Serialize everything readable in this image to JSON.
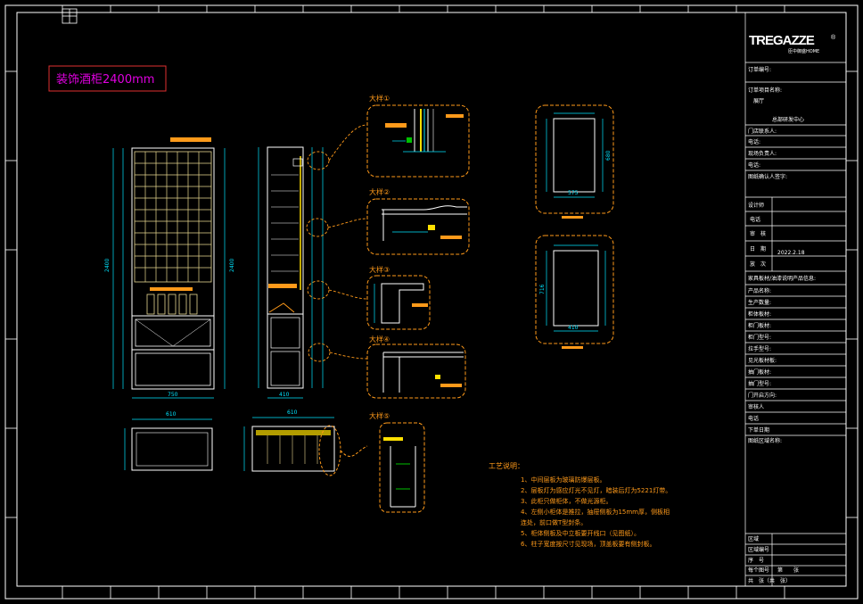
{
  "title_tag": "装饰酒柜2400mm",
  "brand": {
    "logo_text": "TREGAZZE",
    "sub": "臣中御盛HOME"
  },
  "title_block": {
    "order_no_label": "订单编号:",
    "project_label": "订单项目名称:",
    "project_value": "展厅",
    "dept_value": "总部研发中心",
    "contact_label": "门店联系人:",
    "phone_label": "电话:",
    "site_label": "现场负责人:",
    "phone_label2": "电话:",
    "confirm_label": "图纸确认人签字:",
    "designer_label": "设计师",
    "phone_label3": "电话",
    "audit_label": "审　核",
    "date_label": "日　期",
    "date_value": "2022.2.18",
    "scale_label": "放　次",
    "product_info_label": "家具板材/油漆说明产品信息:",
    "product_name_label": "产品名称:",
    "qty_label": "生产数量:",
    "body_board_label": "柜体板材:",
    "door_board_label": "柜门板材:",
    "door_color_label": "柜门型号:",
    "handle_label": "拉手型号:",
    "visible_board_label": "见光板材板:",
    "drawer_board_label": "抽门板材:",
    "drawer_color_label": "抽门型号:",
    "open_dir_label": "门开启方向:",
    "reviewer_label": "审核人",
    "phone_label4": "电话",
    "order_date_label": "下单日期",
    "drawing_name_label": "图纸区域名称:",
    "area_label": "区域",
    "area_no_label": "区域编号",
    "seq_label": "序　号",
    "sheet_label": "每个图号",
    "sheet_value": "第　　张",
    "total_label": "共　张（共　张）"
  },
  "details": {
    "d1": "大样①",
    "d2": "大样②",
    "d3": "大样③",
    "d4": "大样④",
    "d5": "大样⑤"
  },
  "notes": {
    "heading": "工艺说明：",
    "lines": [
      "1、中间层板为玻璃防爆层板。",
      "2、层板灯为感应灯光不见灯，暗装后灯为5221灯带。",
      "3、此柜只做柜体，不做光源柜。",
      "4、左侧小柜体是推拉，抽屉侧板为15mm厚，侧板相",
      "   连处，前口做T型封条。",
      "5、柜体侧板及中立板要开线口（见图纸）。",
      "6、柱子宽度按尺寸见现场，顶盖板要有侧封板。"
    ]
  },
  "dims": {
    "front_width": "750",
    "front_total_h": "2400",
    "side_depth": "410",
    "top_w": "610",
    "top_w2": "610",
    "door1_h": "680",
    "door1_w": "575",
    "door2_w": "410",
    "door2_h": "716",
    "side_h": "2400"
  },
  "colors": {
    "bg": "#000000",
    "frame": "#ffffff",
    "dim": "#00e5ff",
    "detail": "#ff9a1a",
    "shelf": "#e8d890",
    "title": "#e000e0"
  }
}
